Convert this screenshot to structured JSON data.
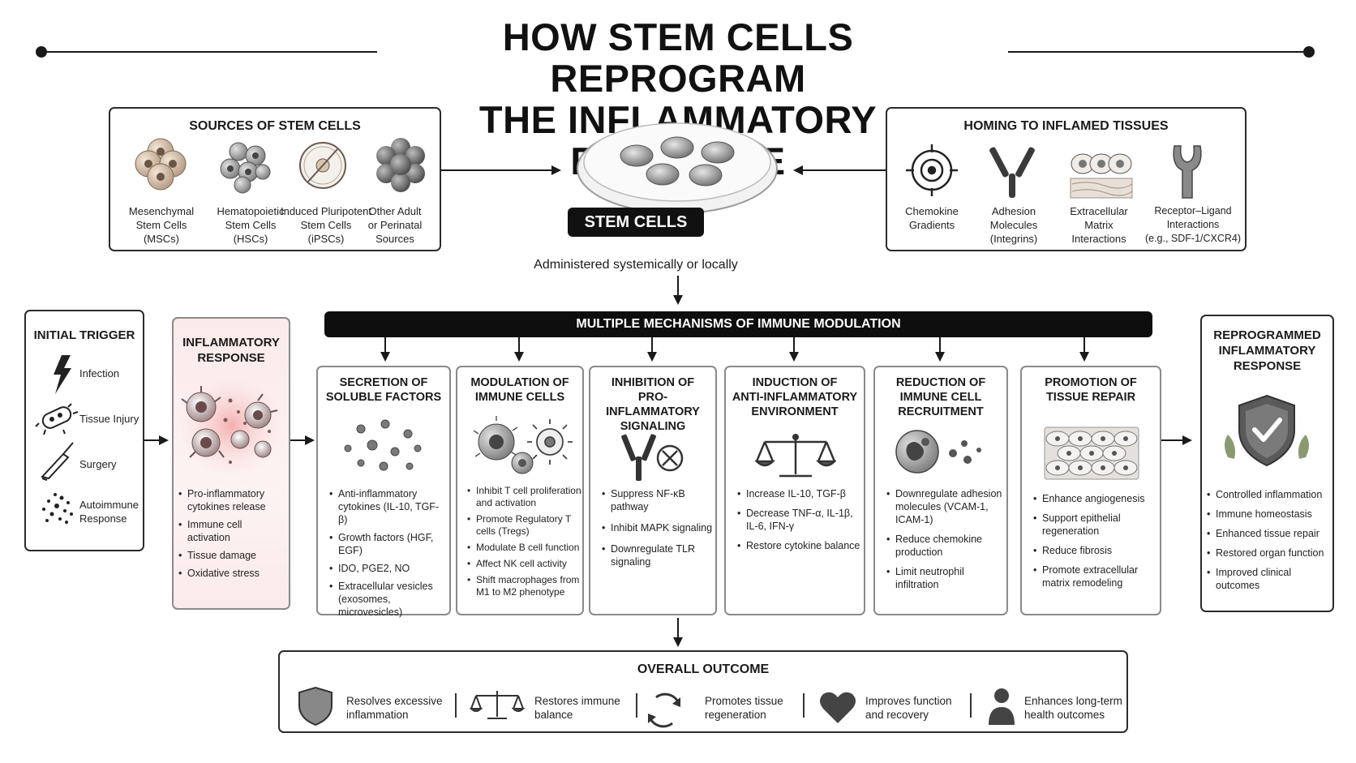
{
  "title": {
    "line1": "HOW STEM CELLS REPROGRAM",
    "line2": "THE INFLAMMATORY RESPONSE"
  },
  "sources": {
    "title": "SOURCES OF STEM CELLS",
    "items": [
      {
        "icon": "mesenchymal-cells-icon",
        "label": "Mesenchymal\nStem Cells\n(MSCs)"
      },
      {
        "icon": "hematopoietic-cells-icon",
        "label": "Hematopoietic\nStem Cells\n(HSCs)"
      },
      {
        "icon": "ipsc-cell-icon",
        "label": "Induced Pluripotent\nStem Cells\n(iPSCs)"
      },
      {
        "icon": "perinatal-cells-icon",
        "label": "Other Adult\nor Perinatal\nSources"
      }
    ]
  },
  "homing": {
    "title": "HOMING TO INFLAMED TISSUES",
    "items": [
      {
        "icon": "target-icon",
        "label": "Chemokine\nGradients"
      },
      {
        "icon": "antibody-icon",
        "label": "Adhesion\nMolecules\n(Integrins)"
      },
      {
        "icon": "matrix-icon",
        "label": "Extracellular\nMatrix\nInteractions"
      },
      {
        "icon": "receptor-icon",
        "label": "Receptor–Ligand\nInteractions\n(e.g., SDF-1/CXCR4)"
      }
    ]
  },
  "stem_cells": {
    "label": "STEM CELLS",
    "administration": "Administered systemically or locally"
  },
  "trigger": {
    "title": "INITIAL TRIGGER",
    "items": [
      {
        "icon": "lightning-icon",
        "label": "Infection"
      },
      {
        "icon": "bacteria-icon",
        "label": "Tissue Injury"
      },
      {
        "icon": "scalpel-icon",
        "label": "Surgery"
      },
      {
        "icon": "particles-icon",
        "label": "Autoimmune\nResponse"
      }
    ]
  },
  "inflammatory": {
    "title": "INFLAMMATORY\nRESPONSE",
    "bullets": [
      "Pro-inflammatory cytokines release",
      "Immune cell activation",
      "Tissue damage",
      "Oxidative stress"
    ]
  },
  "mechanisms": {
    "band": "MULTIPLE MECHANISMS OF IMMUNE MODULATION",
    "columns": [
      {
        "title": "SECRETION OF\nSOLUBLE FACTORS",
        "icon": "molecules-icon",
        "bullets": [
          "Anti-inflammatory cytokines (IL-10, TGF-β)",
          "Growth factors (HGF, EGF)",
          "IDO, PGE2, NO",
          "Extracellular vesicles (exosomes, microvesicles)"
        ]
      },
      {
        "title": "MODULATION OF\nIMMUNE CELLS",
        "icon": "immune-cells-icon",
        "bullets": [
          "Inhibit T cell proliferation and activation",
          "Promote Regulatory T cells (Tregs)",
          "Modulate B cell function",
          "Affect NK cell activity",
          "Shift macrophages from M1 to M2 phenotype"
        ]
      },
      {
        "title": "INHIBITION OF\nPRO-INFLAMMATORY\nSIGNALING",
        "icon": "blocked-receptor-icon",
        "bullets": [
          "Suppress NF-κB pathway",
          "Inhibit MAPK signaling",
          "Downregulate TLR signaling"
        ]
      },
      {
        "title": "INDUCTION OF\nANTI-INFLAMMATORY\nENVIRONMENT",
        "icon": "scale-icon",
        "bullets": [
          "Increase IL-10, TGF-β",
          "Decrease TNF-α, IL-1β, IL-6, IFN-γ",
          "Restore cytokine balance"
        ]
      },
      {
        "title": "REDUCTION OF\nIMMUNE CELL\nRECRUITMENT",
        "icon": "neutrophil-icon",
        "bullets": [
          "Downregulate adhesion molecules (VCAM-1, ICAM-1)",
          "Reduce chemokine production",
          "Limit neutrophil infiltration"
        ]
      },
      {
        "title": "PROMOTION OF\nTISSUE REPAIR",
        "icon": "tissue-icon",
        "bullets": [
          "Enhance angiogenesis",
          "Support epithelial regeneration",
          "Reduce fibrosis",
          "Promote extracellular matrix remodeling"
        ]
      }
    ]
  },
  "reprogrammed": {
    "title": "REPROGRAMMED\nINFLAMMATORY\nRESPONSE",
    "bullets": [
      "Controlled inflammation",
      "Immune homeostasis",
      "Enhanced tissue repair",
      "Restored organ function",
      "Improved clinical outcomes"
    ]
  },
  "outcome": {
    "title": "OVERALL OUTCOME",
    "items": [
      {
        "icon": "shield-icon",
        "label": "Resolves excessive\ninflammation"
      },
      {
        "icon": "scale-icon",
        "label": "Restores immune\nbalance"
      },
      {
        "icon": "cycle-icon",
        "label": "Promotes tissue\nregeneration"
      },
      {
        "icon": "heart-icon",
        "label": "Improves function\nand recovery"
      },
      {
        "icon": "person-icon",
        "label": "Enhances long-term\nhealth outcomes"
      }
    ]
  }
}
